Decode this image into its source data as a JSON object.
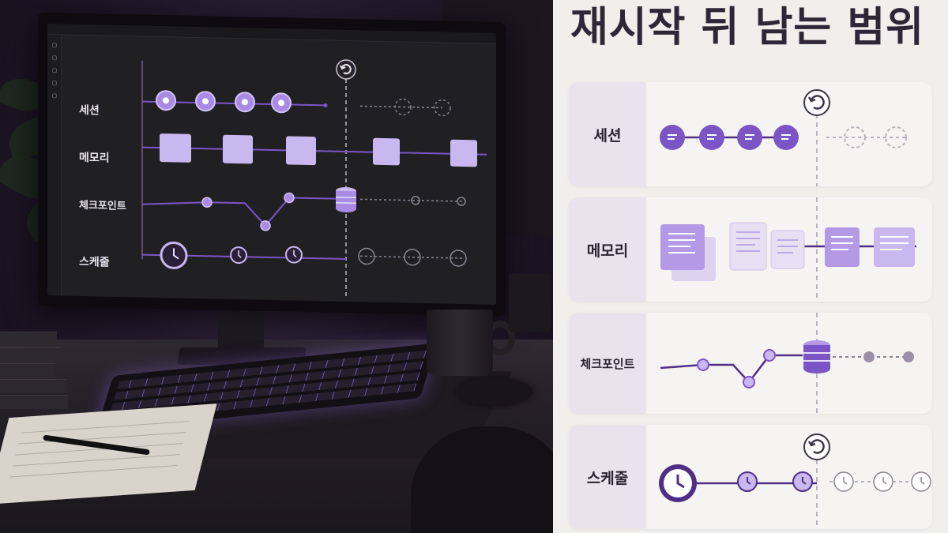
{
  "infographic": {
    "title": "재시작 뒤 남는 범위",
    "rows": [
      {
        "label": "세션",
        "icon": "chat-bubble-icon"
      },
      {
        "label": "메모리",
        "icon": "document-icon"
      },
      {
        "label": "체크포인트",
        "icon": "database-icon"
      },
      {
        "label": "스케줄",
        "icon": "clock-icon"
      }
    ],
    "restart_icon": "restart-icon"
  },
  "monitor": {
    "rows": [
      {
        "label": "세션"
      },
      {
        "label": "메모리"
      },
      {
        "label": "체크포인트"
      },
      {
        "label": "스케줄"
      }
    ]
  },
  "colors": {
    "accent": "#7b55c6",
    "accent_light": "#c9b7ef",
    "accent_dark": "#4f2f86",
    "faded": "#b7b0bf",
    "background": "#f1efec"
  }
}
